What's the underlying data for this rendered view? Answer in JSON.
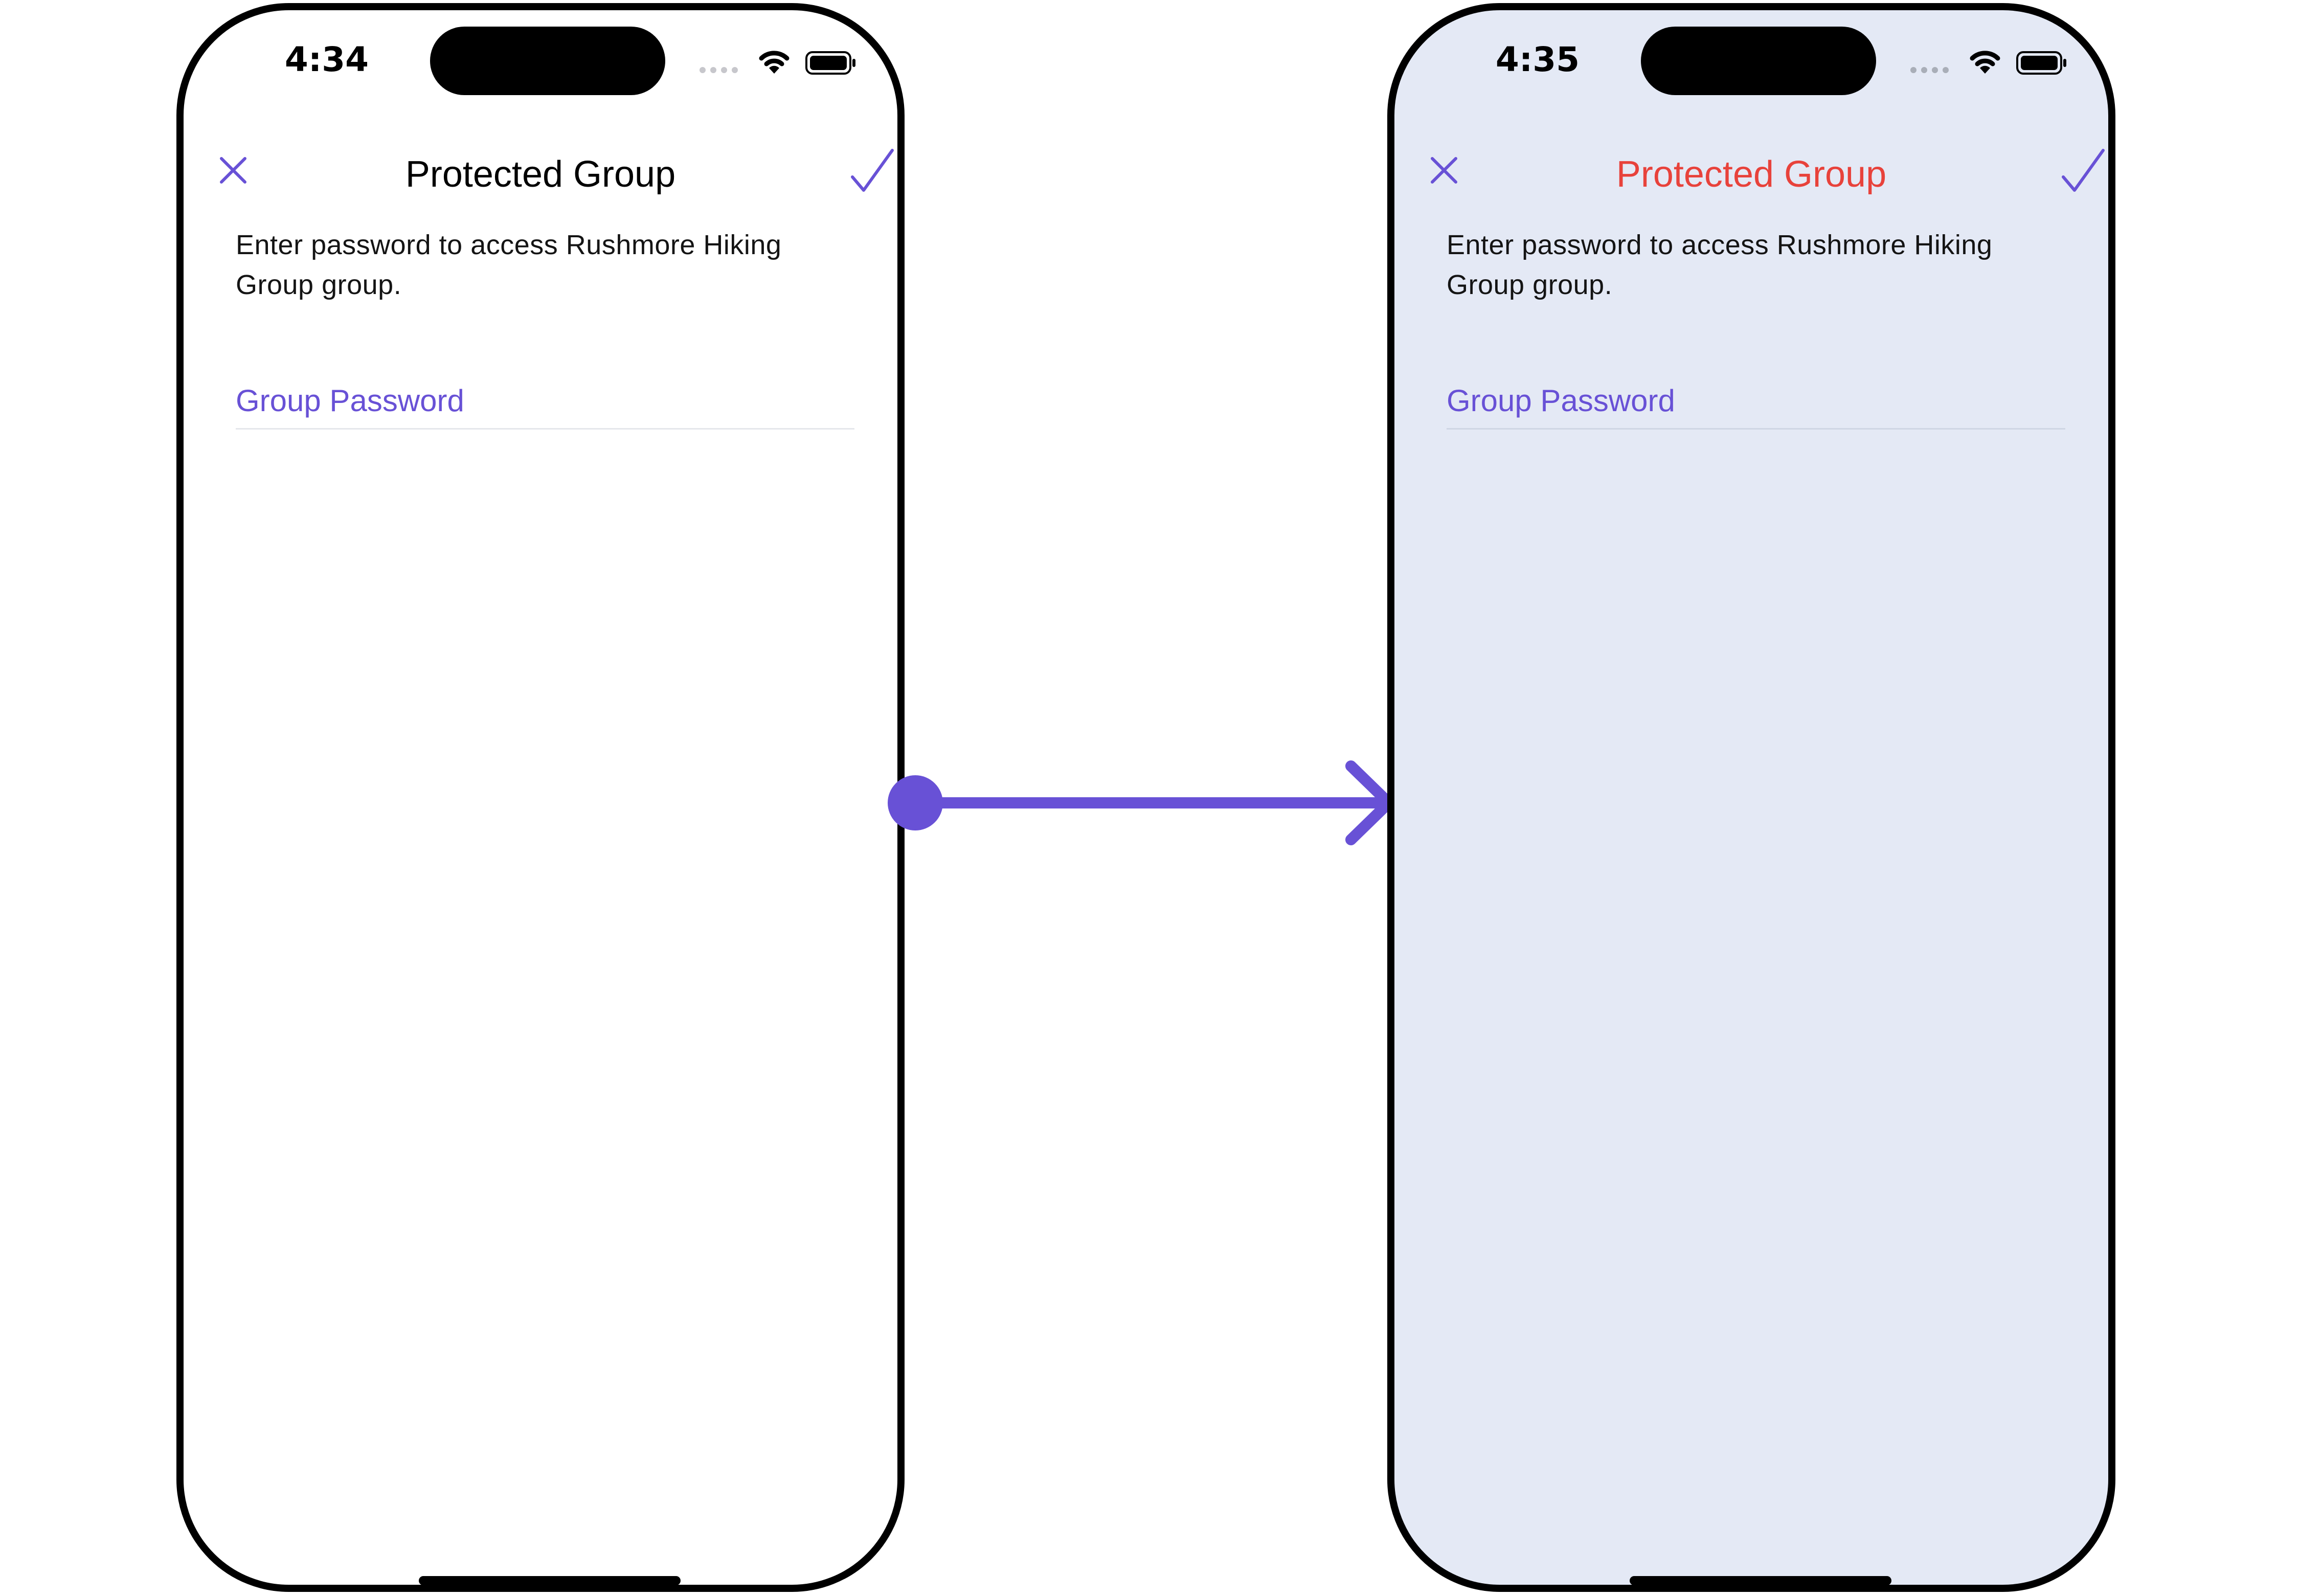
{
  "colors": {
    "accent": "#6851d6",
    "alt_title": "#e8423b",
    "alt_background": "#e4e9f5",
    "default_background": "#ffffff",
    "title_default": "#000000"
  },
  "screens": [
    {
      "status_bar": {
        "time": "4:34"
      },
      "nav": {
        "close_icon": "close-icon",
        "title": "Protected Group",
        "confirm_icon": "checkmark-icon"
      },
      "description": "Enter password to access Rushmore Hiking Group group.",
      "password_field": {
        "placeholder": "Group Password",
        "value": ""
      }
    },
    {
      "status_bar": {
        "time": "4:35"
      },
      "nav": {
        "close_icon": "close-icon",
        "title": "Protected Group",
        "confirm_icon": "checkmark-icon"
      },
      "description": "Enter password to access Rushmore Hiking Group group.",
      "password_field": {
        "placeholder": "Group Password",
        "value": ""
      }
    }
  ]
}
